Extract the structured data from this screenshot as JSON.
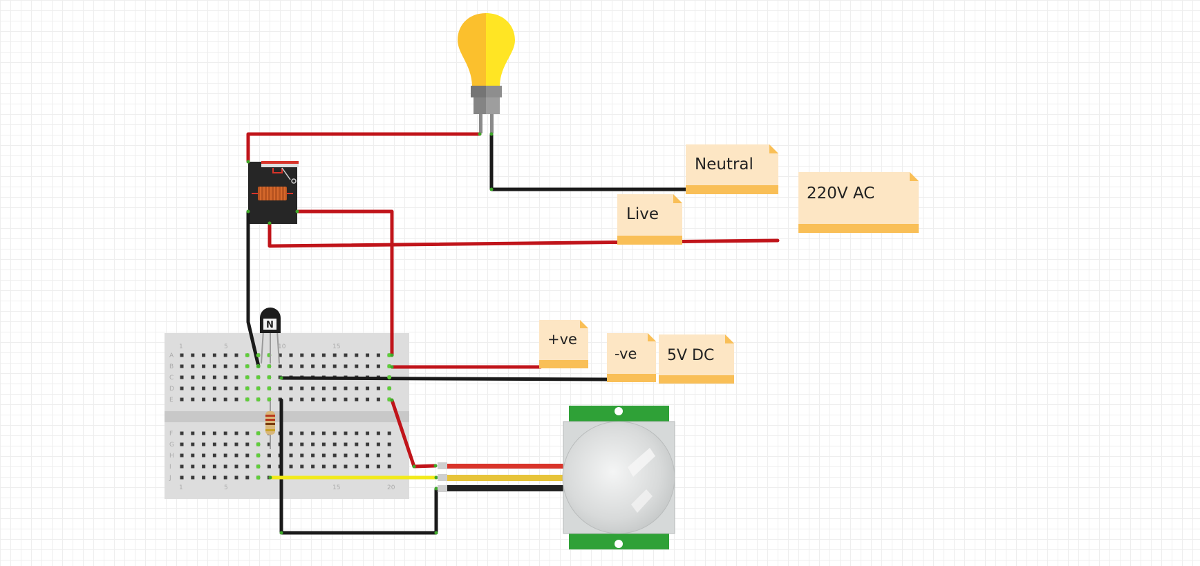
{
  "notes": {
    "neutral": "Neutral",
    "ac220": "220V AC",
    "live": "Live",
    "pos": "+ve",
    "neg": "-ve",
    "dc5": "5V DC"
  },
  "breadboard": {
    "rows_top": [
      "A",
      "B",
      "C",
      "D",
      "E"
    ],
    "rows_bottom": [
      "F",
      "G",
      "H",
      "I",
      "J"
    ],
    "col_labels": [
      "1",
      "5",
      "10",
      "15",
      "20"
    ]
  },
  "transistor": {
    "label": "N"
  },
  "colors": {
    "wire_red": "#c0141a",
    "wire_black": "#1a1a1a",
    "wire_yellow": "#f2ea1a",
    "note_fill": "#fde6c4",
    "note_band": "#f9bf57",
    "pir_green": "#2fa137",
    "bulb_yellow": "#fbc02d"
  }
}
